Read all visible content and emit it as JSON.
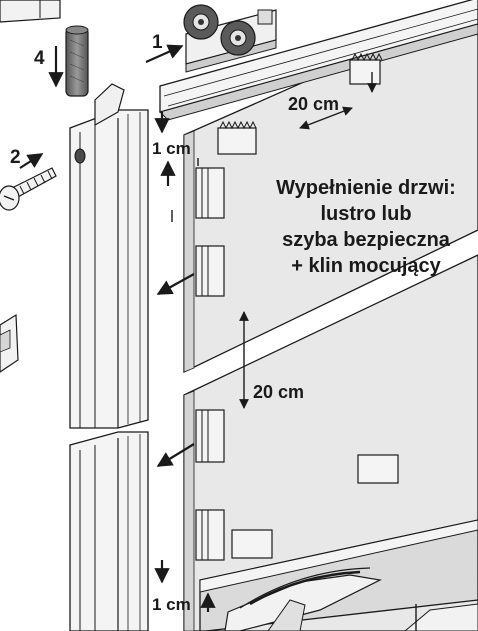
{
  "step_numbers": [
    "1",
    "2",
    "4"
  ],
  "measurements": {
    "spacing_top": "20 cm",
    "spacing_middle": "20 cm",
    "offset_top": "1 cm",
    "offset_bottom": "1 cm"
  },
  "fill_note": {
    "line1": "Wypełnienie drzwi:",
    "line2": "lustro lub",
    "line3": "szyba bezpieczna",
    "line4": "+ klin mocujący"
  },
  "colors": {
    "panel": "#e6e6e6",
    "panel_edge": "#c8c8c8",
    "profile": "#f4f4f4",
    "line": "#1a1a1a",
    "wheel": "#555555"
  }
}
